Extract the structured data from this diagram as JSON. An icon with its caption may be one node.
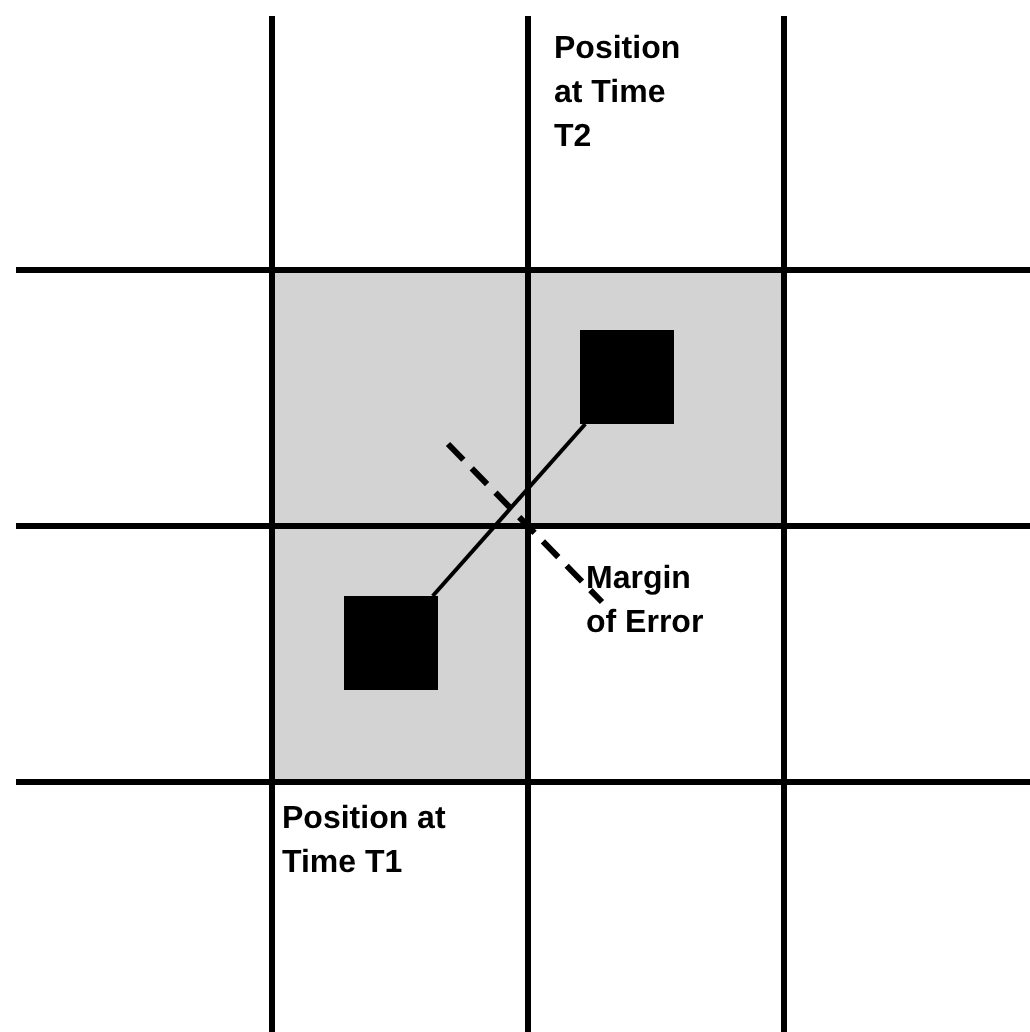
{
  "diagram": {
    "nodes": [
      {
        "text": [],
        "shape": "box"
      },
      {
        "text": [],
        "shape": "box"
      }
    ],
    "edges": [
      {
        "from": 1,
        "to": 0,
        "arrow": "none"
      }
    ],
    "labels": [
      "Position at Time T2",
      "Margin of Error",
      "Position at Time T1"
    ]
  }
}
